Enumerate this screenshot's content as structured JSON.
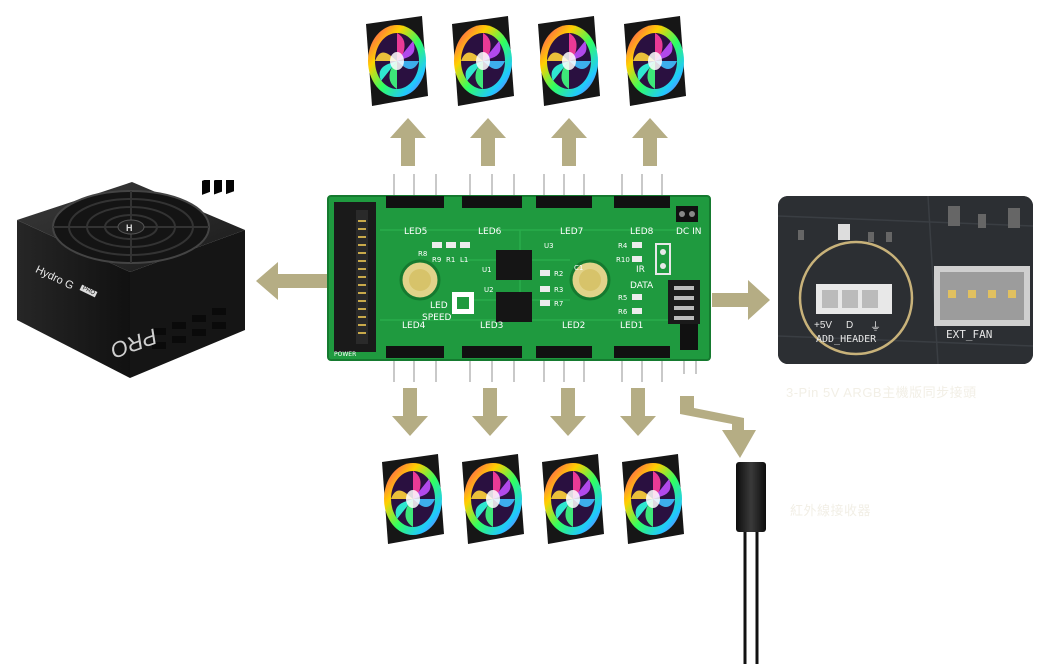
{
  "psu": {
    "brand_text": "Hydro G",
    "model_badge": "PRO",
    "side_script": "PRO"
  },
  "board": {
    "led_labels": [
      "LED5",
      "LED6",
      "LED7",
      "LED8",
      "LED4",
      "LED3",
      "LED2",
      "LED1"
    ],
    "dc_in_label": "DC IN",
    "led_speed_label_1": "LED",
    "led_speed_label_2": "SPEED",
    "data_label": "DATA",
    "ir_label": "IR",
    "power_label": "POWER",
    "component_labels": {
      "r8": "R8",
      "r9": "R9",
      "r1": "R1",
      "l1": "L1",
      "u1": "U1",
      "u2": "U2",
      "u3": "U3",
      "r4": "R4",
      "r10": "R10",
      "r2": "R2",
      "r3": "R3",
      "r7": "R7",
      "r5": "R5",
      "r6": "R6",
      "c1": "C1"
    }
  },
  "motherboard": {
    "pin_5v": "+5V",
    "pin_d": "D",
    "pin_gnd": "⏚",
    "header_label": "ADD_HEADER",
    "ext_fan_label": "EXT_FAN"
  },
  "captions": {
    "mb_sync": "3-Pin 5V ARGB主機版同步接頭",
    "ir_sensor": "紅外線接收器"
  },
  "colors": {
    "arrow": "#b5ad84",
    "pcb_green": "#1f9a3f",
    "pcb_dark": "#157a2f"
  }
}
